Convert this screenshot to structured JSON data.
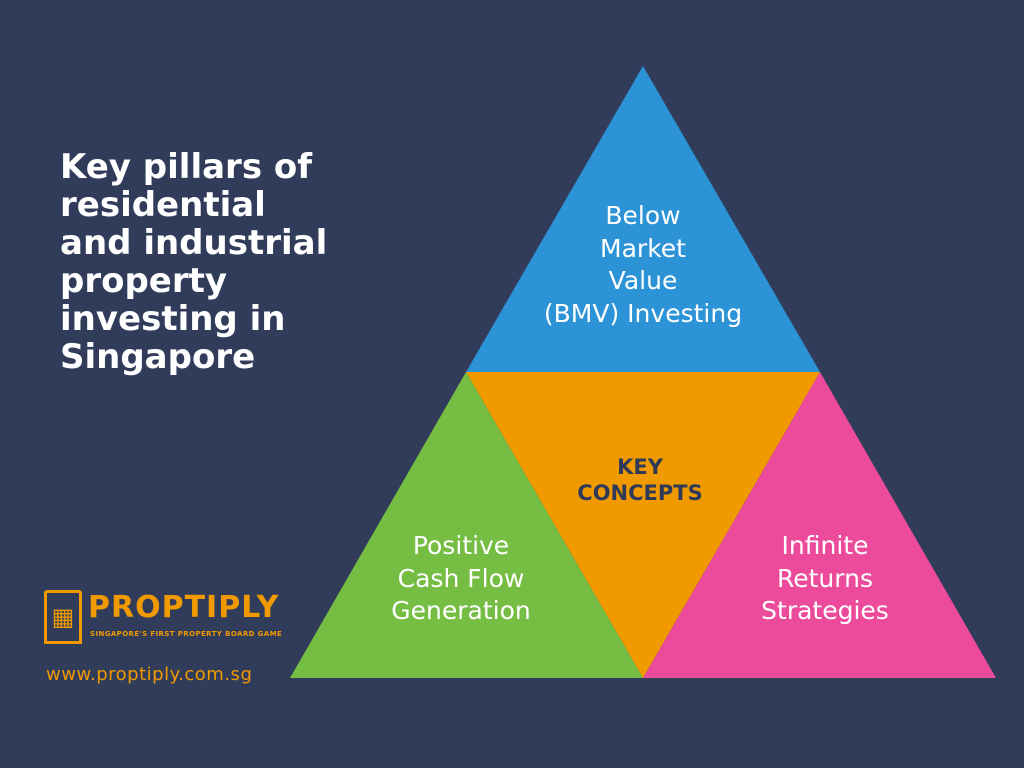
{
  "title_lines": [
    "Key pillars of",
    "residential",
    "and industrial",
    "property",
    "investing in",
    "Singapore"
  ],
  "pillars": {
    "top": {
      "lines": [
        "Below",
        "Market",
        "Value",
        "(BMV) Investing"
      ],
      "color": "#2b93d6"
    },
    "left": {
      "lines": [
        "Positive",
        "Cash Flow",
        "Generation"
      ],
      "color": "#76bd43"
    },
    "right": {
      "lines": [
        "Infinite",
        "Returns",
        "Strategies"
      ],
      "color": "#ec4b9b"
    },
    "center": {
      "lines": [
        "KEY",
        "CONCEPTS"
      ],
      "color": "#f09a00",
      "text_color": "#2f3a58"
    }
  },
  "logo": {
    "wordmark": "PROPTIPLY",
    "tagline": "SINGAPORE'S FIRST PROPERTY BOARD GAME",
    "icon": "building-icon",
    "color": "#f09a00"
  },
  "website": "www.proptiply.com.sg",
  "colors": {
    "background": "#313c5a",
    "title_text": "#ffffff"
  }
}
